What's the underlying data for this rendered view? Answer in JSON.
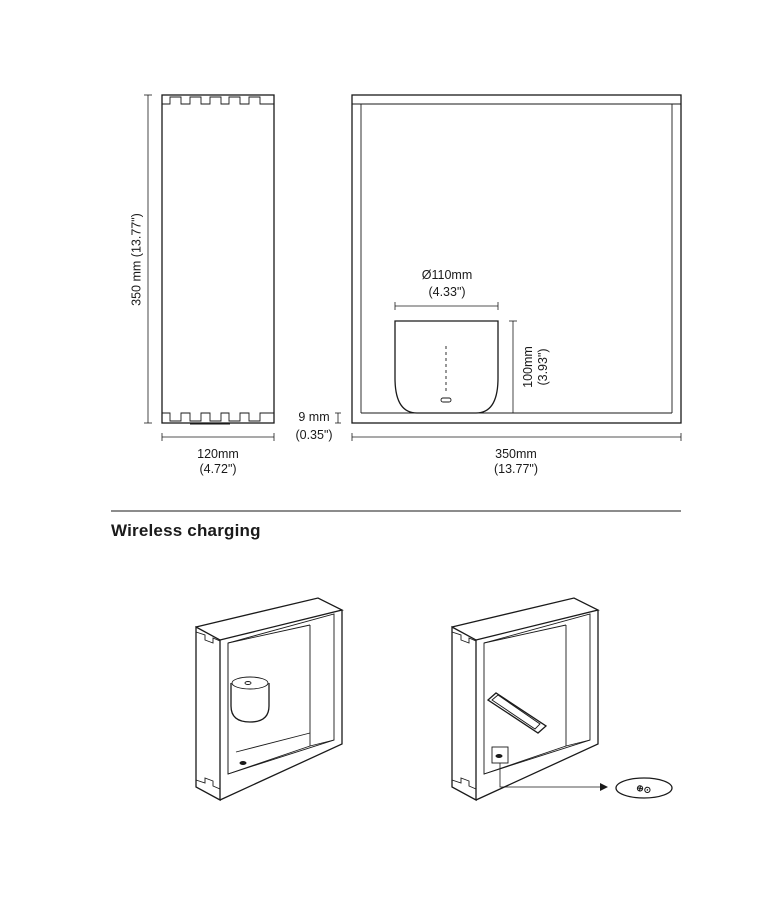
{
  "dimensions": {
    "height_mm": "350 mm",
    "height_in": "(13.77\")",
    "depth_mm": "120mm",
    "depth_in": "(4.72\")",
    "width_mm": "350mm",
    "width_in": "(13.77\")",
    "shelf_mm": "9 mm",
    "shelf_in": "(0.35\")",
    "lamp_diameter_mm": "Ø110mm",
    "lamp_diameter_in": "(4.33\")",
    "lamp_height_mm": "100mm",
    "lamp_height_in": "(3.93\")"
  },
  "section": {
    "title": "Wireless charging"
  },
  "colors": {
    "line": "#1a1a1a",
    "background": "#ffffff"
  }
}
